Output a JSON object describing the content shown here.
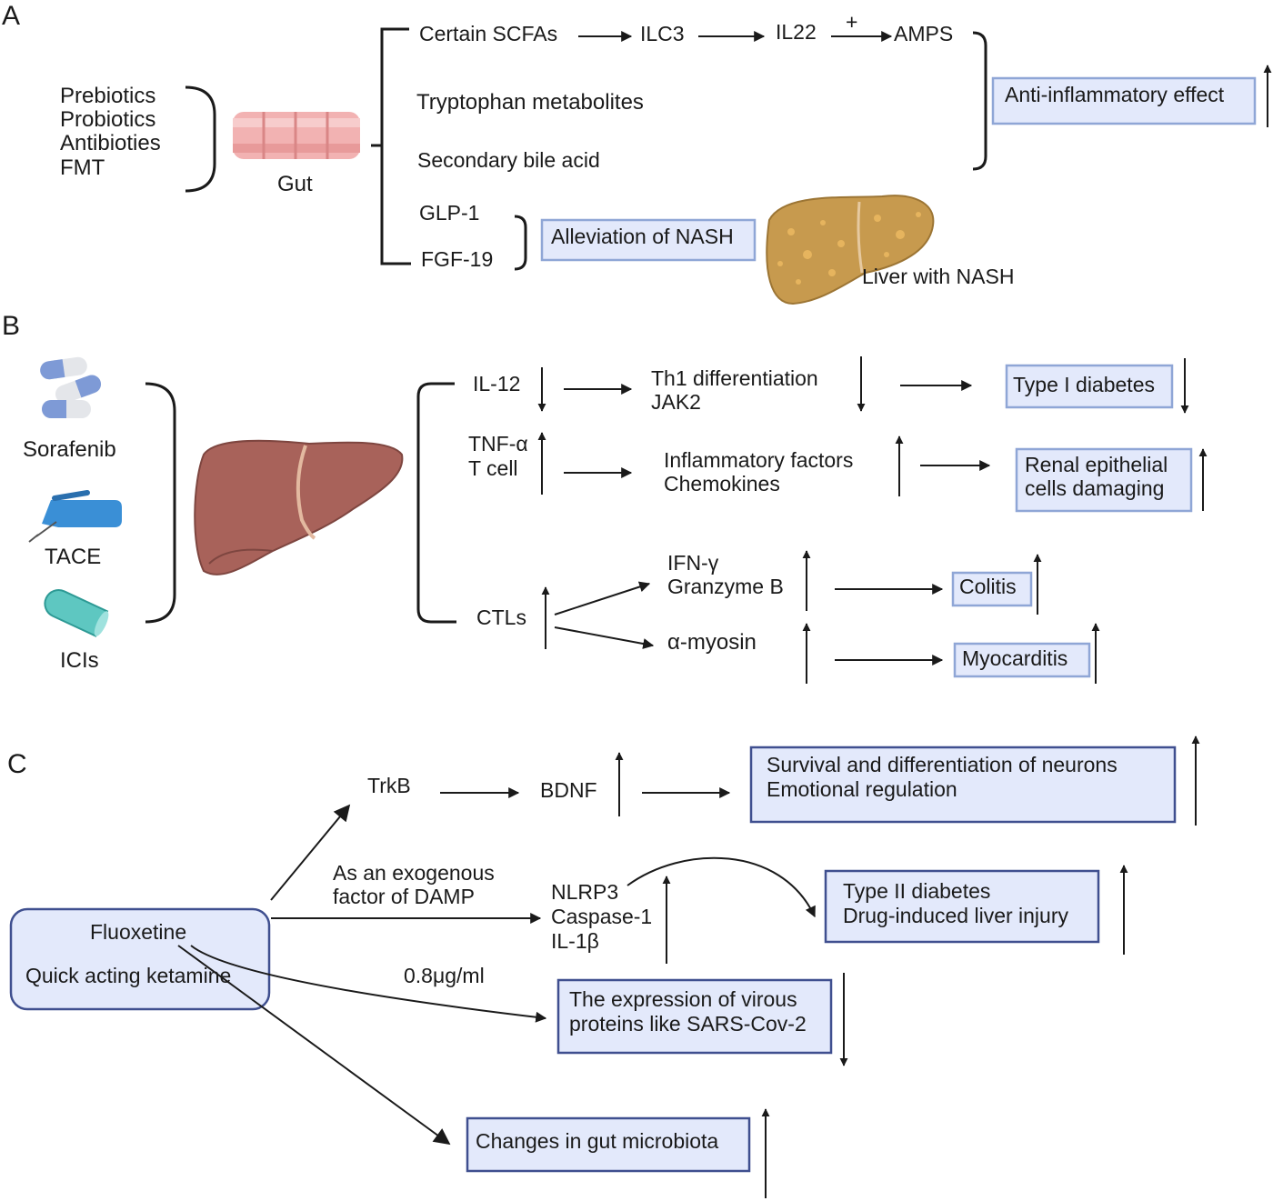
{
  "panels": {
    "a": "A",
    "b": "B",
    "c": "C"
  },
  "a": {
    "inputs": [
      "Prebiotics",
      "Probiotics",
      "Antibioties",
      "FMT"
    ],
    "gut_label": "Gut",
    "scfa": "Certain SCFAs",
    "ilc3": "ILC3",
    "il22": "IL22",
    "plus": "+",
    "amps": "AMPS",
    "tryptophan": "Tryptophan metabolites",
    "bile": "Secondary bile acid",
    "anti_inflammatory": "Anti-inflammatory effect",
    "glp1": "GLP-1",
    "fgf19": "FGF-19",
    "alleviation": "Alleviation of NASH",
    "liver_label": "Liver with NASH"
  },
  "b": {
    "sorafenib": "Sorafenib",
    "tace": "TACE",
    "icis": "ICIs",
    "il12": "IL-12",
    "th1": "Th1 differentiation",
    "jak2": "JAK2",
    "type1": "Type I diabetes",
    "tnf": "TNF-α",
    "tcell": "T cell",
    "inflam": "Inflammatory factors",
    "chemo": "Chemokines",
    "renal1": "Renal epithelial",
    "renal2": "cells damaging",
    "ctls": "CTLs",
    "ifn": "IFN-γ",
    "granzyme": "Granzyme B",
    "colitis": "Colitis",
    "myosin": "α-myosin",
    "myocarditis": "Myocarditis"
  },
  "c": {
    "fluoxetine": "Fluoxetine",
    "ketamine": "Quick acting ketamine",
    "trkb": "TrkB",
    "bdnf": "BDNF",
    "survival1": "Survival and differentiation of neurons",
    "survival2": "Emotional regulation",
    "damp1": "As an exogenous",
    "damp2": "factor of DAMP",
    "nlrp3": "NLRP3",
    "caspase": "Caspase-1",
    "il1b": "IL-1β",
    "type2": "Type II diabetes",
    "dili": "Drug-induced liver injury",
    "conc": "0.8μg/ml",
    "viral1": "The expression of virous",
    "viral2": "proteins like SARS-Cov-2",
    "micro": "Changes in gut microbiota"
  },
  "colors": {
    "box_fill": "#e3e9fb",
    "box_border_light": "#8fa6d6",
    "box_border_dark": "#3f4f8f",
    "healthy_liver": "#a8625a",
    "nash_liver": "#c79a4e",
    "gut": "#f2b2b2",
    "pill_blue": "#7e9ad6",
    "capsule_teal": "#5ec7c1",
    "tace_blue": "#3a8fd6"
  }
}
